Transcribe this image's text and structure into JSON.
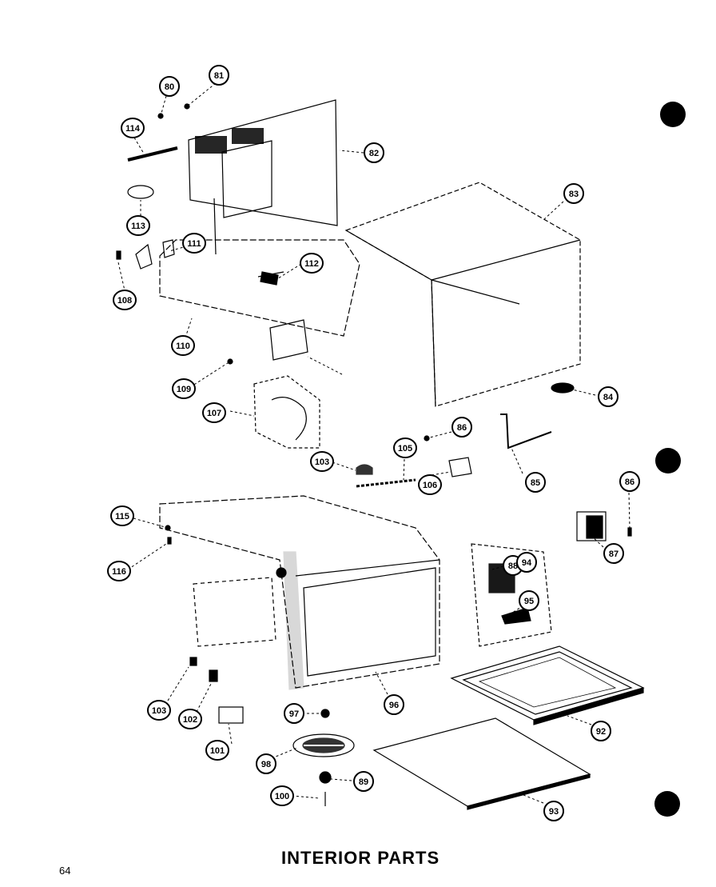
{
  "title": "INTERIOR PARTS",
  "page_number": "64",
  "callouts": [
    "80",
    "81",
    "82",
    "83",
    "84",
    "85",
    "86",
    "86",
    "87",
    "88",
    "89",
    "92",
    "93",
    "94",
    "95",
    "96",
    "97",
    "98",
    "100",
    "101",
    "102",
    "103",
    "103",
    "105",
    "106",
    "107",
    "108",
    "109",
    "110",
    "111",
    "112",
    "113",
    "114",
    "115",
    "116"
  ],
  "colors": {
    "ink": "#000000",
    "paper": "#ffffff"
  }
}
